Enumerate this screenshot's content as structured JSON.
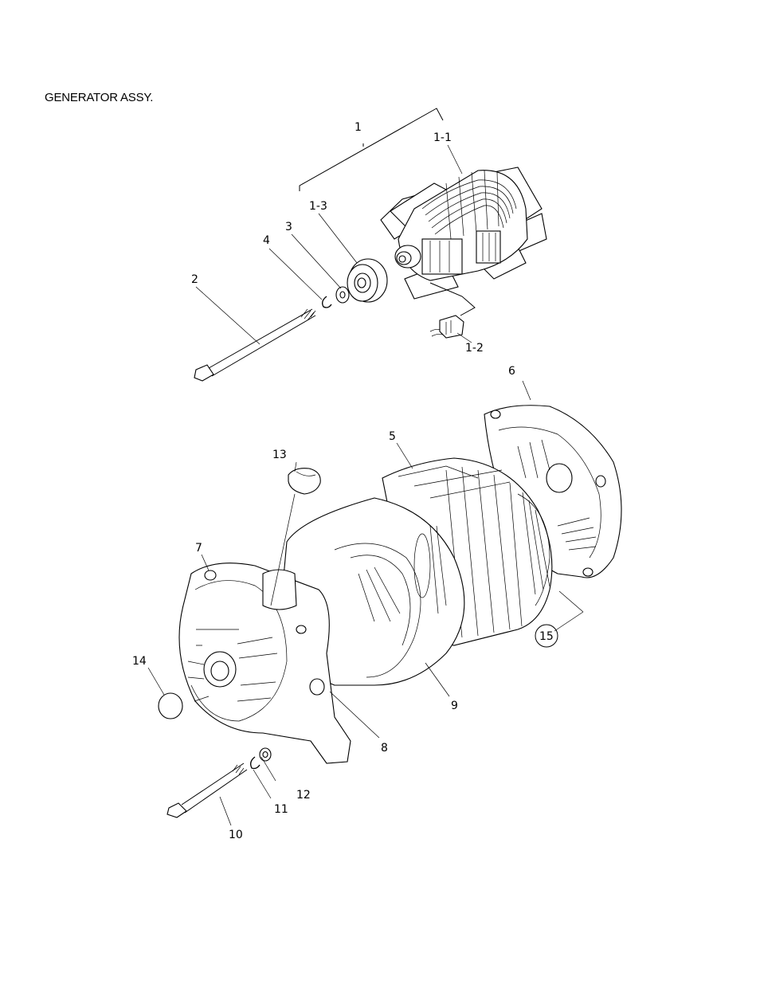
{
  "title": "GENERATOR ASSY.",
  "callouts": {
    "c1": "1",
    "c1_1": "1-1",
    "c1_2": "1-2",
    "c1_3": "1-3",
    "c2": "2",
    "c3": "3",
    "c4": "4",
    "c5": "5",
    "c6": "6",
    "c7": "7",
    "c8": "8",
    "c9": "9",
    "c10": "10",
    "c11": "11",
    "c12": "12",
    "c13": "13",
    "c14": "14",
    "c15": "15"
  }
}
